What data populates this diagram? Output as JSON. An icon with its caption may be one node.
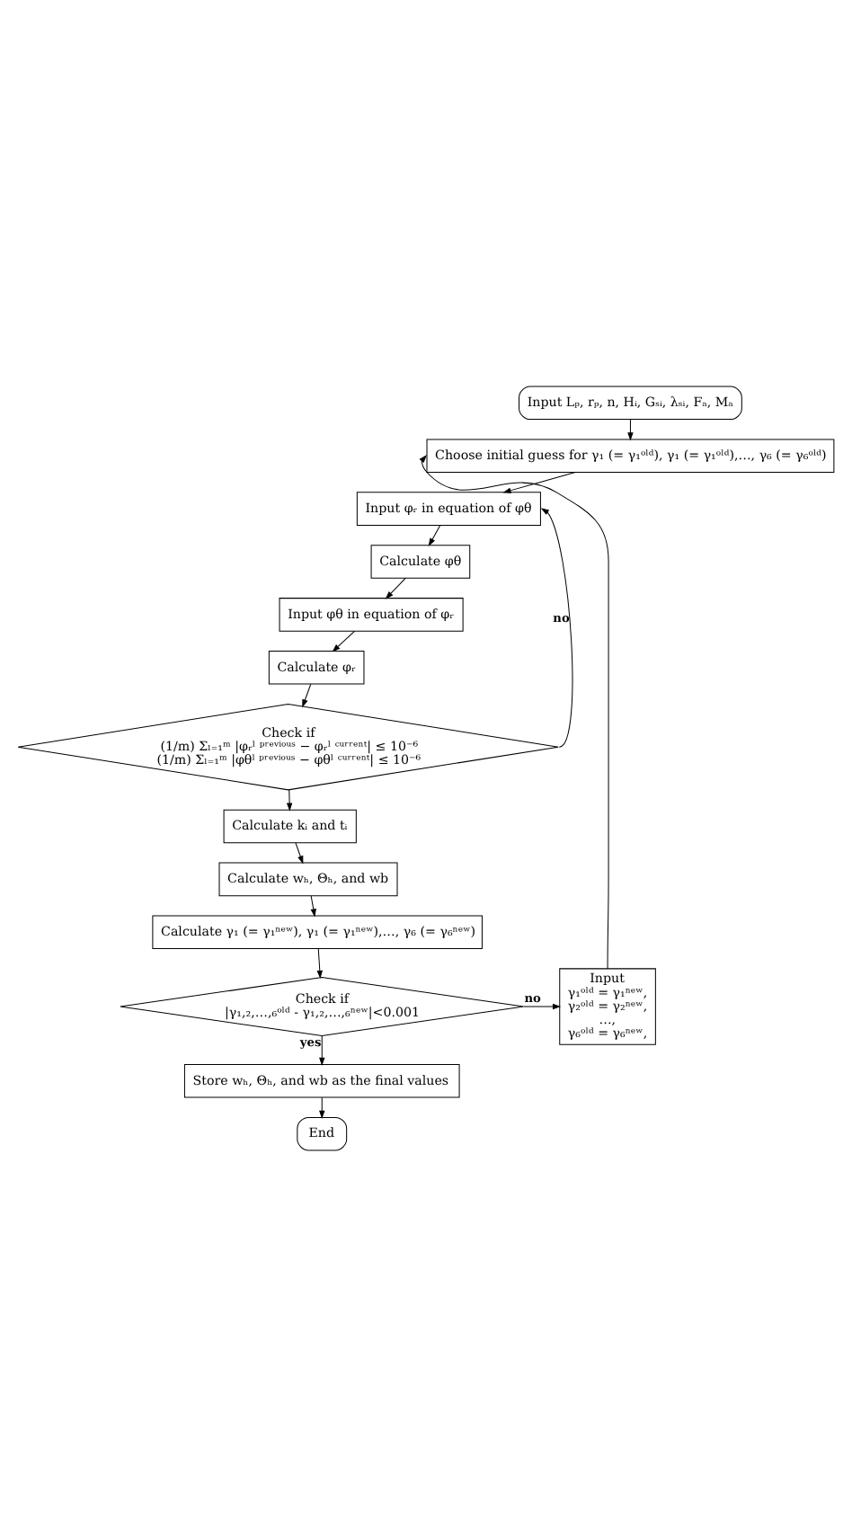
{
  "diagram": {
    "nodes": [
      {
        "text": [
          "Input Lₚ, rₚ, n, Hᵢ, Gₛᵢ, λₛᵢ, Fₐ, Mₐ"
        ]
      },
      {
        "text": [
          "Choose initial guess for γ₁ (= γ₁ᵒˡᵈ), γ₁ (= γ₁ᵒˡᵈ),…, γ₆ (= γ₆ᵒˡᵈ)"
        ]
      },
      {
        "text": [
          "Input φᵣ in equation of φθ"
        ]
      },
      {
        "text": [
          "Calculate φθ"
        ]
      },
      {
        "text": [
          "Input φθ in equation of φᵣ"
        ]
      },
      {
        "text": [
          "Calculate φᵣ"
        ]
      },
      {
        "text": [
          "Check if",
          "(1/m) Σₗ₌₁ᵐ |φᵣˡ ᵖʳᵉᵛⁱᵒᵘˢ − φᵣˡ ᶜᵘʳʳᵉⁿᵗ| ≤ 10⁻⁶",
          "(1/m) Σₗ₌₁ᵐ |φθˡ ᵖʳᵉᵛⁱᵒᵘˢ − φθˡ ᶜᵘʳʳᵉⁿᵗ| ≤ 10⁻⁶"
        ]
      },
      {
        "text": [
          "Calculate kᵢ and tᵢ"
        ]
      },
      {
        "text": [
          "Calculate wₕ, Θₕ, and wb"
        ]
      },
      {
        "text": [
          "Calculate γ₁ (= γ₁ⁿᵉʷ), γ₁ (= γ₁ⁿᵉʷ),…, γ₆ (= γ₆ⁿᵉʷ)"
        ]
      },
      {
        "text": [
          "Check if",
          "|γ₁,₂,…,₆ᵒˡᵈ - γ₁,₂,…,₆ⁿᵉʷ|<0.001"
        ]
      },
      {
        "text": [
          "Input",
          "γ₁ᵒˡᵈ = γ₁ⁿᵉʷ,",
          "γ₂ᵒˡᵈ = γ₂ⁿᵉʷ,",
          "…,",
          "γ₆ᵒˡᵈ = γ₆ⁿᵉʷ,"
        ]
      },
      {
        "text": [
          "Store wₕ, Θₕ, and wb as the final values"
        ]
      },
      {
        "text": [
          "End"
        ]
      }
    ],
    "edges": [
      {
        "from": 0,
        "to": 1,
        "arrow": "to"
      },
      {
        "from": 1,
        "to": 2,
        "arrow": "to"
      },
      {
        "from": 2,
        "to": 3,
        "arrow": "to"
      },
      {
        "from": 3,
        "to": 4,
        "arrow": "to"
      },
      {
        "from": 4,
        "to": 5,
        "arrow": "to"
      },
      {
        "from": 5,
        "to": 6,
        "arrow": "to"
      },
      {
        "from": 6,
        "to": 2,
        "arrow": "to",
        "label": "no"
      },
      {
        "from": 6,
        "to": 7,
        "arrow": "to"
      },
      {
        "from": 7,
        "to": 8,
        "arrow": "to"
      },
      {
        "from": 8,
        "to": 9,
        "arrow": "to"
      },
      {
        "from": 9,
        "to": 10,
        "arrow": "to"
      },
      {
        "from": 10,
        "to": 11,
        "arrow": "to",
        "label": "no"
      },
      {
        "from": 11,
        "to": 1,
        "arrow": "to"
      },
      {
        "from": 10,
        "to": 12,
        "arrow": "to",
        "label": "yes"
      },
      {
        "from": 12,
        "to": 13,
        "arrow": "to"
      }
    ]
  }
}
